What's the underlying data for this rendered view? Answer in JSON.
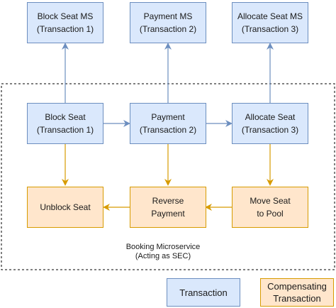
{
  "microservices": [
    {
      "line1": "Block Seat MS",
      "line2": "(Transaction 1)"
    },
    {
      "line1": "Payment MS",
      "line2": "(Transaction 2)"
    },
    {
      "line1": "Allocate Seat MS",
      "line2": "(Transaction 3)"
    }
  ],
  "transactions": [
    {
      "line1": "Block Seat",
      "line2": "(Transaction 1)"
    },
    {
      "line1": "Payment",
      "line2": "(Transaction 2)"
    },
    {
      "line1": "Allocate Seat",
      "line2": "(Transaction 3)"
    }
  ],
  "compensations": [
    {
      "line1": "Unblock Seat",
      "line2": ""
    },
    {
      "line1": "Reverse",
      "line2": "Payment"
    },
    {
      "line1": "Move Seat",
      "line2": "to Pool"
    }
  ],
  "boundary": {
    "line1": "Booking Microservice",
    "line2": "(Acting as SEC)"
  },
  "legend": {
    "transaction": "Transaction",
    "compensating_line1": "Compensating",
    "compensating_line2": "Transaction"
  },
  "colors": {
    "transaction_fill": "#dae8fc",
    "transaction_stroke": "#6c8ebf",
    "compensating_fill": "#ffe6cc",
    "compensating_stroke": "#d79b00"
  }
}
